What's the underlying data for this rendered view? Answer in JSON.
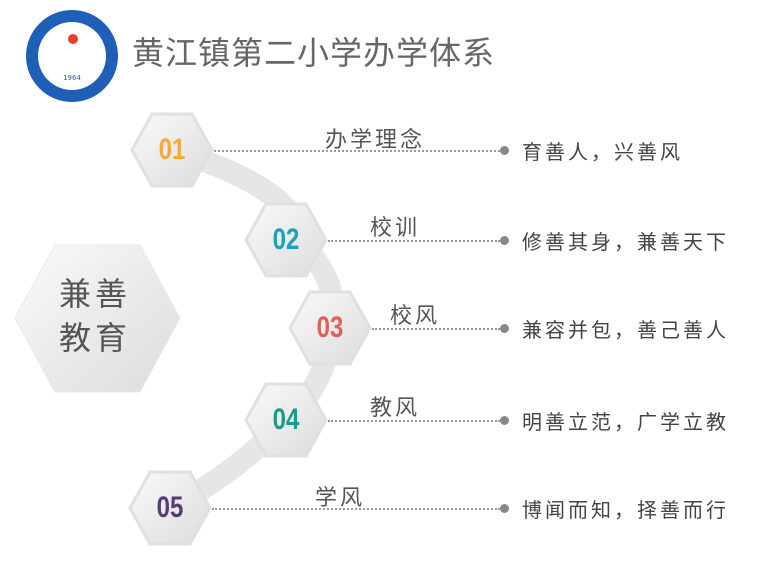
{
  "header": {
    "title": "黄江镇第二小学办学体系",
    "logo_year": "1964"
  },
  "center": {
    "line1": "兼善",
    "line2": "教育"
  },
  "items": [
    {
      "num": "01",
      "label": "办学理念",
      "value": "育善人，兴善风",
      "color": "#f5a93a"
    },
    {
      "num": "02",
      "label": "校训",
      "value": "修善其身，兼善天下",
      "color": "#1aa3b8"
    },
    {
      "num": "03",
      "label": "校风",
      "value": "兼容并包，善己善人",
      "color": "#e0605a"
    },
    {
      "num": "04",
      "label": "教风",
      "value": "明善立范，广学立教",
      "color": "#1a9a8a"
    },
    {
      "num": "05",
      "label": "学风",
      "value": "博闻而知，择善而行",
      "color": "#5b3a7a"
    }
  ]
}
